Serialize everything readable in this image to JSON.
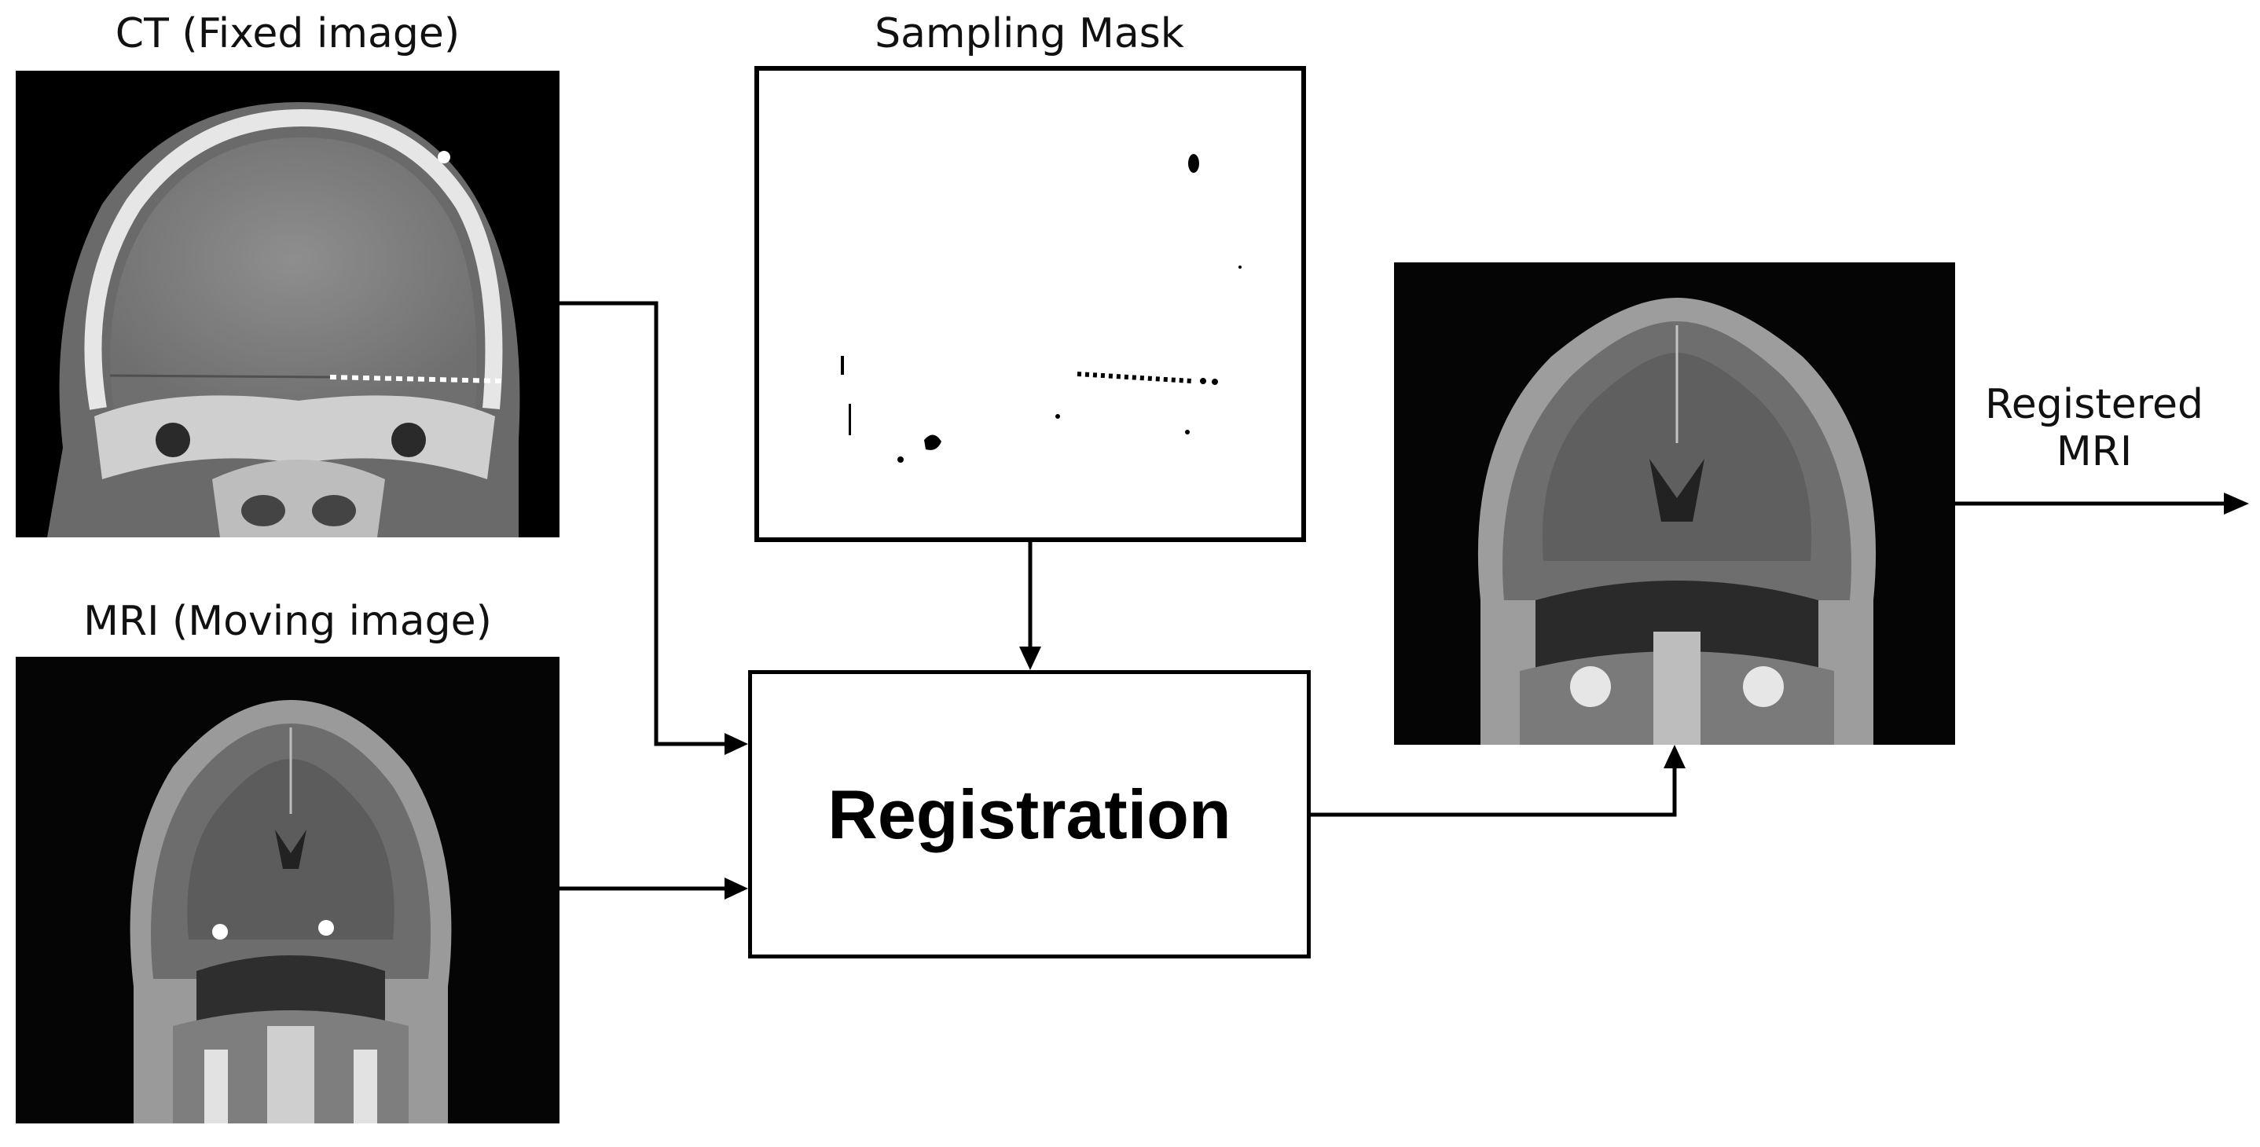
{
  "labels": {
    "ct": "CT (Fixed image)",
    "mri": "MRI (Moving image)",
    "mask": "Sampling Mask",
    "registration": "Registration",
    "output_line1": "Registered",
    "output_line2": "MRI"
  },
  "colors": {
    "background": "#ffffff",
    "arrow": "#000000",
    "scan_background": "#000000"
  },
  "panels": [
    {
      "id": "ct",
      "icon": "ct-coronal-scan-image"
    },
    {
      "id": "mri",
      "icon": "mri-coronal-scan-image"
    },
    {
      "id": "mask",
      "icon": "binary-sampling-mask-image"
    },
    {
      "id": "registered",
      "icon": "registered-mri-scan-image"
    }
  ]
}
